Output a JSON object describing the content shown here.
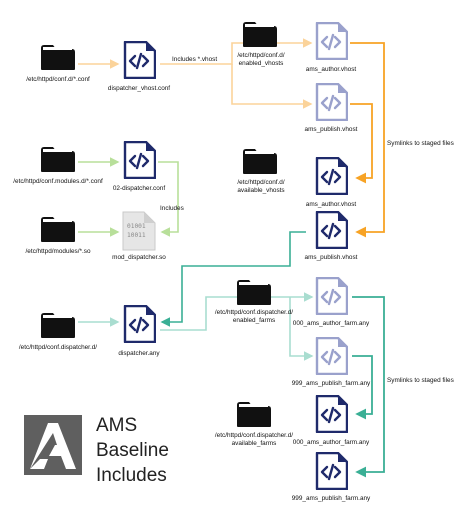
{
  "colors": {
    "orange": "#f7a325",
    "orange_light": "#fbd39a",
    "green": "#b8df9a",
    "teal": "#3aaf95",
    "teal_light": "#a9ddd0",
    "navy": "#1f2a6b",
    "lavender": "#9aa1cc",
    "folder": "#111111"
  },
  "folders": {
    "conf_d": "/etc/httpd/conf.d/*.conf",
    "enabled_vhosts": [
      "/etc/httpd/conf.d/",
      "enabled_vhosts"
    ],
    "available_vhosts": [
      "/etc/httpd/conf.d/",
      "available_vhosts"
    ],
    "conf_modules": "/etc/httpd/conf.modules.d/*.conf",
    "modules": "/etc/httpd/modules/*.so",
    "conf_dispatcher": "/etc/httpd/conf.dispatcher.d/",
    "enabled_farms": [
      "/etc/httpd/conf.dispatcher.d/",
      "enabled_farms"
    ],
    "available_farms": [
      "/etc/httpd/conf.dispatcher.d/",
      "available_farms"
    ]
  },
  "files": {
    "dispatcher_vhost": "dispatcher_vhost.conf",
    "en_author": "ams_author.vhost",
    "en_publish": "ams_publish.vhost",
    "av_author": "ams_author.vhost",
    "av_publish": "ams_publish.vhost",
    "dispatcher_conf": "02-dispatcher.conf",
    "mod_dispatcher": "mod_dispatcher.so",
    "dispatcher_any": "dispatcher.any",
    "en_author_farm": "000_ams_author_farm.any",
    "en_publish_farm": "999_ams_publish_farm.any",
    "av_author_farm": "000_ams_author_farm.any",
    "av_publish_farm": "999_ams_publish_farm.any"
  },
  "binary_glyph": [
    "01001",
    "10011"
  ],
  "connectors": {
    "includes_vhost": "Includes *.vhost",
    "includes": "Includes",
    "symlinks_vhosts": "Symlinks to staged files",
    "symlinks_farms": "Symlinks to staged files"
  },
  "branding": {
    "line1": "AMS",
    "line2": "Baseline",
    "line3": "Includes"
  }
}
